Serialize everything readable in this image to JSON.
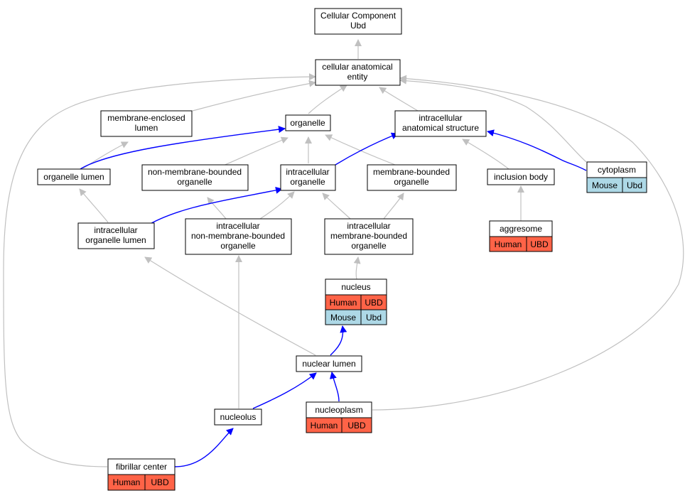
{
  "colors": {
    "human": "#ff6347",
    "mouse": "#add8e6",
    "edge_default": "#c0c0c0",
    "edge_highlight": "#0000ff",
    "node_border": "#000000"
  },
  "nodes": {
    "cellular_component": [
      "Cellular Component",
      "Ubd"
    ],
    "cellular_anatomical_entity": [
      "cellular anatomical",
      "entity"
    ],
    "membrane_enclosed_lumen": [
      "membrane-enclosed",
      "lumen"
    ],
    "organelle": [
      "organelle"
    ],
    "intracellular_anatomical_structure": [
      "intracellular",
      "anatomical structure"
    ],
    "organelle_lumen": [
      "organelle lumen"
    ],
    "non_membrane_bounded_organelle": [
      "non-membrane-bounded",
      "organelle"
    ],
    "intracellular_organelle": [
      "intracellular",
      "organelle"
    ],
    "membrane_bounded_organelle": [
      "membrane-bounded",
      "organelle"
    ],
    "inclusion_body": [
      "inclusion body"
    ],
    "cytoplasm": [
      "cytoplasm"
    ],
    "intracellular_organelle_lumen": [
      "intracellular",
      "organelle lumen"
    ],
    "intracellular_non_membrane_bounded_organelle": [
      "intracellular",
      "non-membrane-bounded",
      "organelle"
    ],
    "intracellular_membrane_bounded_organelle": [
      "intracellular",
      "membrane-bounded",
      "organelle"
    ],
    "aggresome": [
      "aggresome"
    ],
    "nucleus": [
      "nucleus"
    ],
    "nuclear_lumen": [
      "nuclear lumen"
    ],
    "nucleolus": [
      "nucleolus"
    ],
    "nucleoplasm": [
      "nucleoplasm"
    ],
    "fibrillar_center": [
      "fibrillar center"
    ]
  },
  "badges": {
    "cytoplasm_mouse": [
      "Mouse",
      "Ubd"
    ],
    "aggresome_human": [
      "Human",
      "UBD"
    ],
    "nucleus_human": [
      "Human",
      "UBD"
    ],
    "nucleus_mouse": [
      "Mouse",
      "Ubd"
    ],
    "nucleoplasm_human": [
      "Human",
      "UBD"
    ],
    "fibrillar_center_human": [
      "Human",
      "UBD"
    ]
  }
}
